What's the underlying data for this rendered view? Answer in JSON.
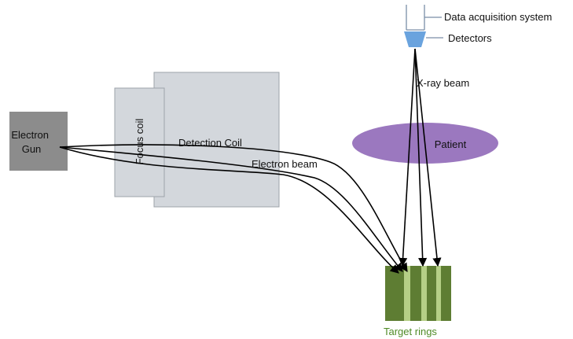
{
  "labels": {
    "electron_gun": [
      "Electron",
      "Gun"
    ],
    "focus_coil": "Focus coil",
    "detection_coil": "Detection Coil",
    "electron_beam": "Electron beam",
    "patient": "Patient",
    "xray_beam": "X-ray beam",
    "detectors": "Detectors",
    "data_acquisition": "Data acquisition system",
    "target_rings": "Target rings"
  },
  "colors": {
    "gun_fill": "#8c8c8c",
    "coil_fill": "#d3d7dc",
    "coil_stroke": "#9da3aa",
    "patient_fill": "#9b78bf",
    "target_fill": "#5e7d33",
    "target_stripe": "#b5cf86",
    "target_label": "#4f8b26",
    "detector_fill": "#6aa3de",
    "beam_stroke": "#000000"
  }
}
